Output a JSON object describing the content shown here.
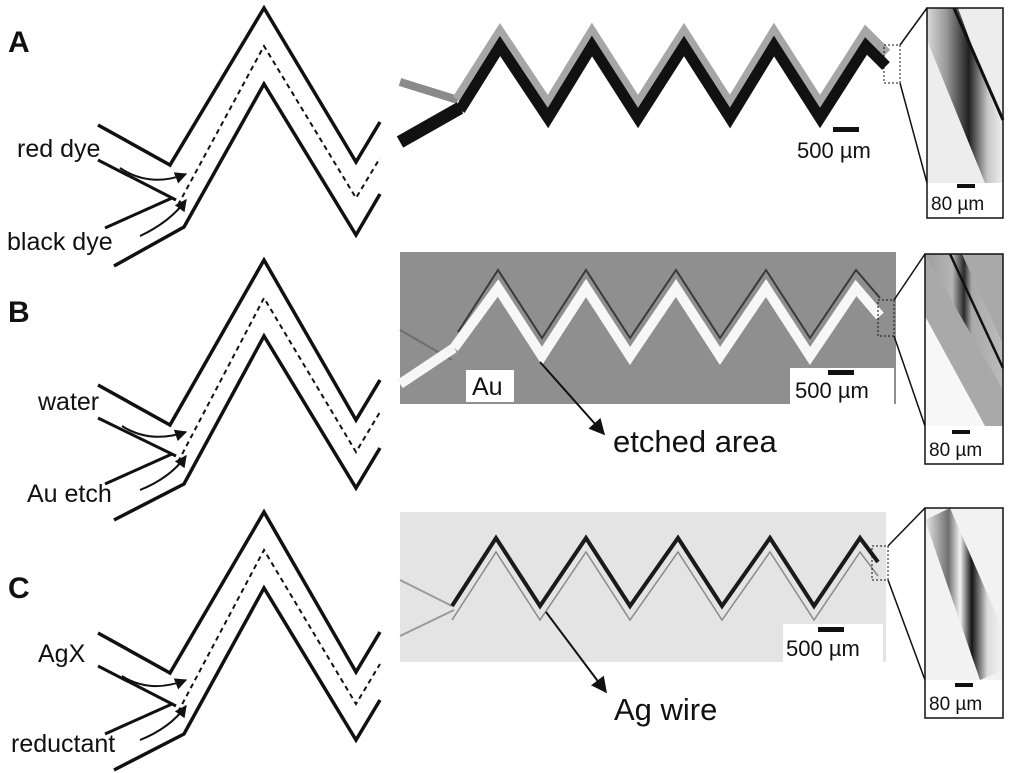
{
  "panels": [
    {
      "letter": "A",
      "inlet_top": "red dye",
      "inlet_bottom": "black dye",
      "scale_main": "500 µm",
      "scale_inset": "80 µm"
    },
    {
      "letter": "B",
      "inlet_top": "water",
      "inlet_bottom": "Au etch",
      "scale_main": "500 µm",
      "scale_inset": "80 µm",
      "substrate_label": "Au",
      "callout": "etched area"
    },
    {
      "letter": "C",
      "inlet_top": "AgX",
      "inlet_bottom": "reductant",
      "scale_main": "500 µm",
      "scale_inset": "80 µm",
      "callout": "Ag wire"
    }
  ]
}
